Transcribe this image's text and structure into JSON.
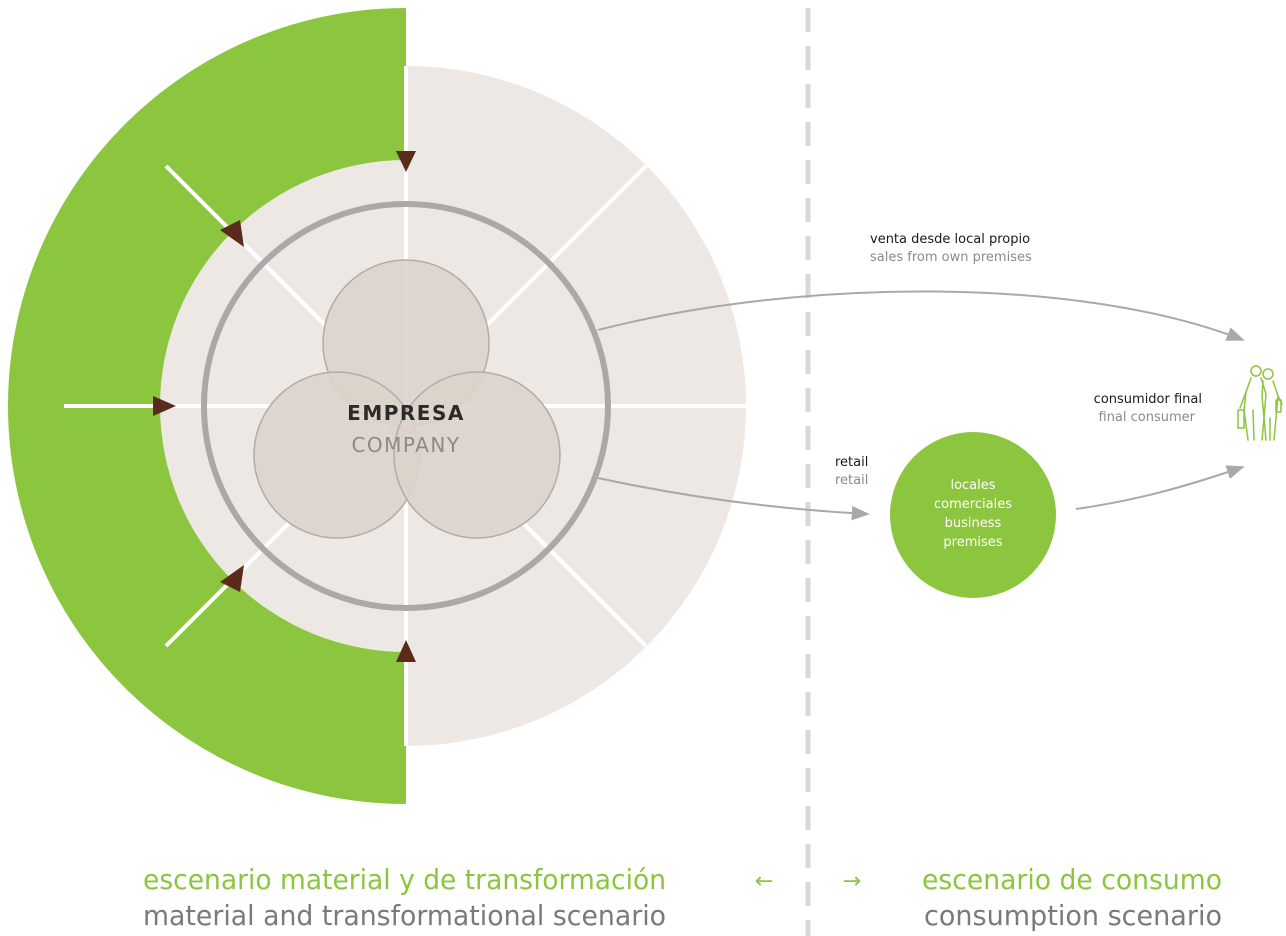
{
  "company": {
    "es": "EMPRESA",
    "en": "COMPANY"
  },
  "channels": {
    "own_premises": {
      "es": "venta desde local propio",
      "en": "sales from own premises"
    },
    "retail": {
      "es": "retail",
      "en": "retail"
    },
    "consumer": {
      "es": "consumidor final",
      "en": "final consumer"
    }
  },
  "business_premises": {
    "line1": "locales",
    "line2": "comerciales",
    "line3": "business",
    "line4": "premises"
  },
  "scenarios": {
    "left": {
      "es": "escenario material y de transformación",
      "en": "material and transformational scenario"
    },
    "right": {
      "es": "escenario de consumo",
      "en": "consumption scenario"
    },
    "arrow_left": "←",
    "arrow_right": "→"
  },
  "colors": {
    "green": "#8cc63f",
    "beige": "#ede8e3",
    "circle": "#dcd3cb",
    "ring": "#a9a9a9",
    "arrowhead": "#5a2a1a",
    "divider": "#d8d8d8"
  },
  "icons": {
    "consumer": "shopping-couple-icon"
  }
}
